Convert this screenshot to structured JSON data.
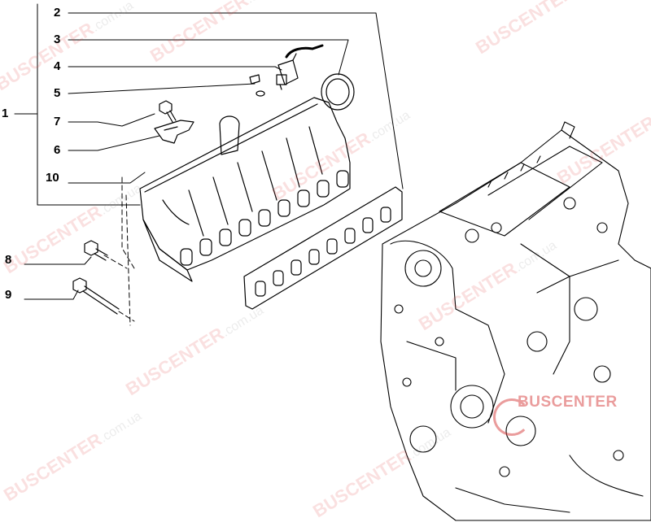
{
  "callouts": [
    {
      "id": "2",
      "label": "2"
    },
    {
      "id": "3",
      "label": "3"
    },
    {
      "id": "4",
      "label": "4"
    },
    {
      "id": "5",
      "label": "5"
    },
    {
      "id": "1",
      "label": "1"
    },
    {
      "id": "7",
      "label": "7"
    },
    {
      "id": "6",
      "label": "6"
    },
    {
      "id": "10",
      "label": "10"
    },
    {
      "id": "8",
      "label": "8"
    },
    {
      "id": "9",
      "label": "9"
    }
  ],
  "watermark": {
    "brand": "BUSCENTER",
    "suffix": ".com.ua",
    "logo_text": "BUSCENTER",
    "color": "#d63b3b"
  }
}
